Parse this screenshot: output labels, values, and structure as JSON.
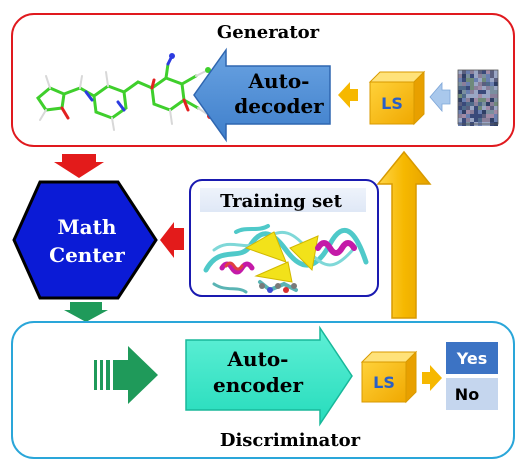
{
  "generator": {
    "title": "Generator",
    "decoder_line1": "Auto-",
    "decoder_line2": "decoder",
    "latent_label": "LS"
  },
  "math_center": {
    "line1": "Math",
    "line2": "Center"
  },
  "training_set": {
    "title": "Training set"
  },
  "discriminator": {
    "title": "Discriminator",
    "encoder_line1": "Auto-",
    "encoder_line2": "encoder",
    "latent_label": "LS",
    "yes_label": "Yes",
    "no_label": "No"
  },
  "colors": {
    "generator_border": "#e0191e",
    "discriminator_border": "#2aa6d9",
    "decoder_fill": "#4f8fd6",
    "encoder_fill": "#33e8c8",
    "math_center_fill": "#0b1bd6",
    "latent_fill": "#f6b800",
    "training_border": "#1a1ab0",
    "yes_fill": "#3c73c4",
    "no_fill": "#c5d6ee",
    "red_arrow": "#e31b1b",
    "green_arrow": "#1f9a5a",
    "yellow_arrow": "#f6b800",
    "light_blue_arrow": "#a9c8ec"
  }
}
